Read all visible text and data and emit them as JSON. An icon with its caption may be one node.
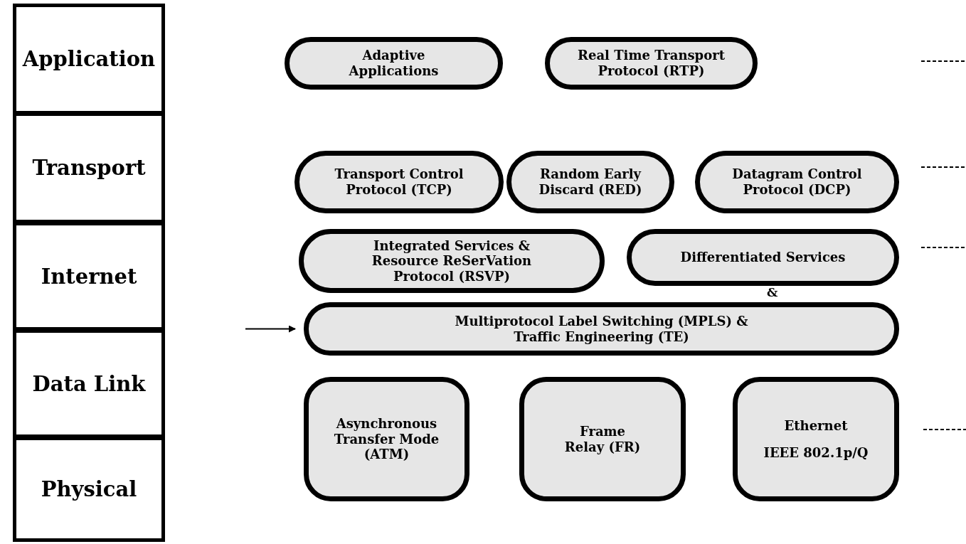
{
  "diagram": {
    "nodes": [
      {
        "text": [
          "Application"
        ]
      },
      {
        "text": [
          "Transport"
        ]
      },
      {
        "text": [
          "Internet"
        ]
      },
      {
        "text": [
          "Data Link"
        ]
      },
      {
        "text": [
          "Physical"
        ]
      },
      {
        "text": [
          "Adaptive Applications"
        ]
      },
      {
        "text": [
          "Real Time Transport Protocol (RTP)"
        ]
      },
      {
        "text": [
          "Transport Control Protocol (TCP)"
        ]
      },
      {
        "text": [
          "Random Early Discard (RED)"
        ]
      },
      {
        "text": [
          "Datagram Control Protocol (DCP)"
        ]
      },
      {
        "text": [
          "Integrated Services & Resource ReSerVation Protocol (RSVP)"
        ]
      },
      {
        "text": [
          "Differentiated Services"
        ]
      },
      {
        "text": [
          "Multiprotocol Label Switching (MPLS) & Traffic Engineering (TE)"
        ]
      },
      {
        "text": [
          "Asynchronous Transfer Mode (ATM)"
        ]
      },
      {
        "text": [
          "Frame Relay (FR)"
        ]
      },
      {
        "text": [
          "Ethernet",
          "IEEE 802.1p/Q"
        ]
      }
    ],
    "edges": [
      {
        "from": null,
        "to": 12,
        "arrow": "to"
      }
    ],
    "labels": [
      "&"
    ]
  }
}
